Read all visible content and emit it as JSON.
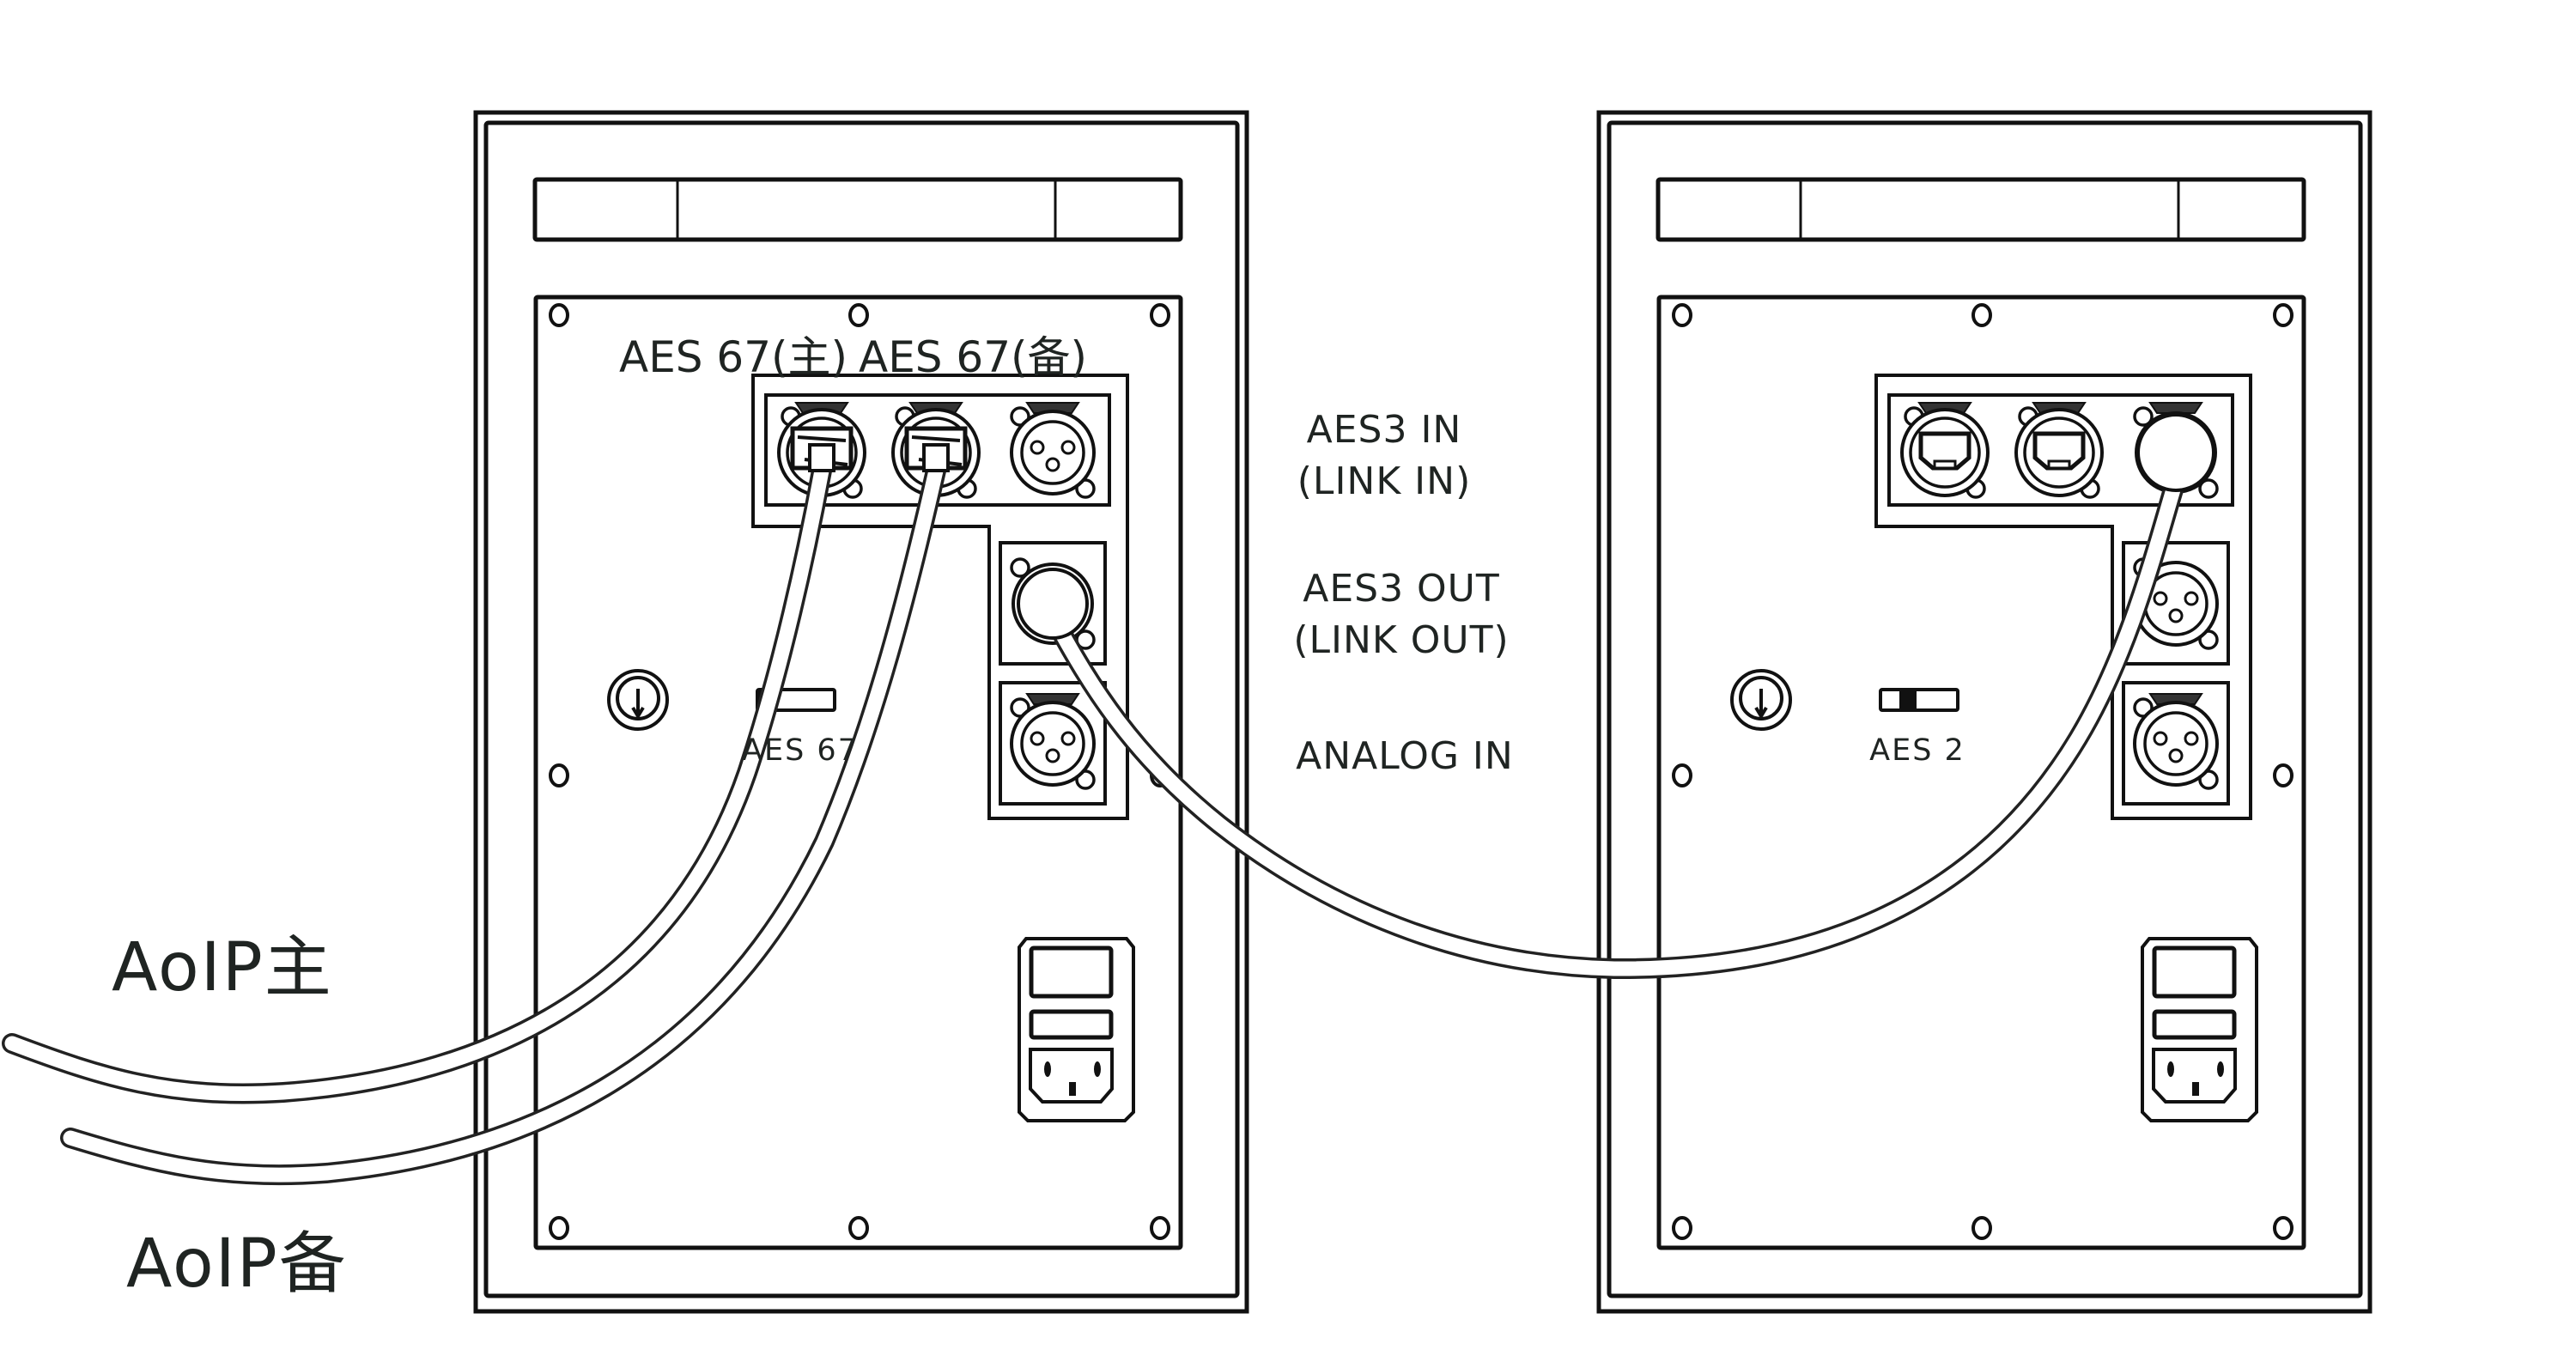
{
  "diagram": {
    "title": "",
    "colors": {
      "ink": "#111111",
      "text": "#1f2422",
      "background": "#ffffff"
    },
    "connector_labels": {
      "aes67_primary": "AES 67(主)",
      "aes67_backup": "AES 67(备)",
      "aes3_in": "AES3 IN",
      "aes3_in_sub": "(LINK IN)",
      "aes3_out": "AES3 OUT",
      "aes3_out_sub": "(LINK OUT)",
      "analog_in": "ANALOG IN"
    },
    "speakers": [
      {
        "name": "left-speaker",
        "mode_switch_label": "AES 67",
        "mode_switch_position": "left",
        "connectors": [
          "ethercon-aes67-primary",
          "ethercon-aes67-backup",
          "xlr-aes3-in",
          "xlr-aes3-out",
          "xlr-analog-in"
        ],
        "connected": [
          "aes67-primary",
          "aes67-backup",
          "aes3-out"
        ]
      },
      {
        "name": "right-speaker",
        "mode_switch_label": "AES 2",
        "mode_switch_position": "middle",
        "connectors": [
          "ethercon-aes67-primary",
          "ethercon-aes67-backup",
          "xlr-aes3-in",
          "xlr-aes3-out",
          "xlr-analog-in"
        ],
        "connected": [
          "aes3-in"
        ]
      }
    ],
    "cables": [
      {
        "label": "AoIP主",
        "from": "AoIP network (primary)",
        "to": "left-speaker AES 67(主)"
      },
      {
        "label": "AoIP备",
        "from": "AoIP network (backup)",
        "to": "left-speaker AES 67(备)"
      },
      {
        "label": "",
        "from": "left-speaker AES3 OUT (LINK OUT)",
        "to": "right-speaker AES3 IN (LINK IN)"
      }
    ]
  }
}
